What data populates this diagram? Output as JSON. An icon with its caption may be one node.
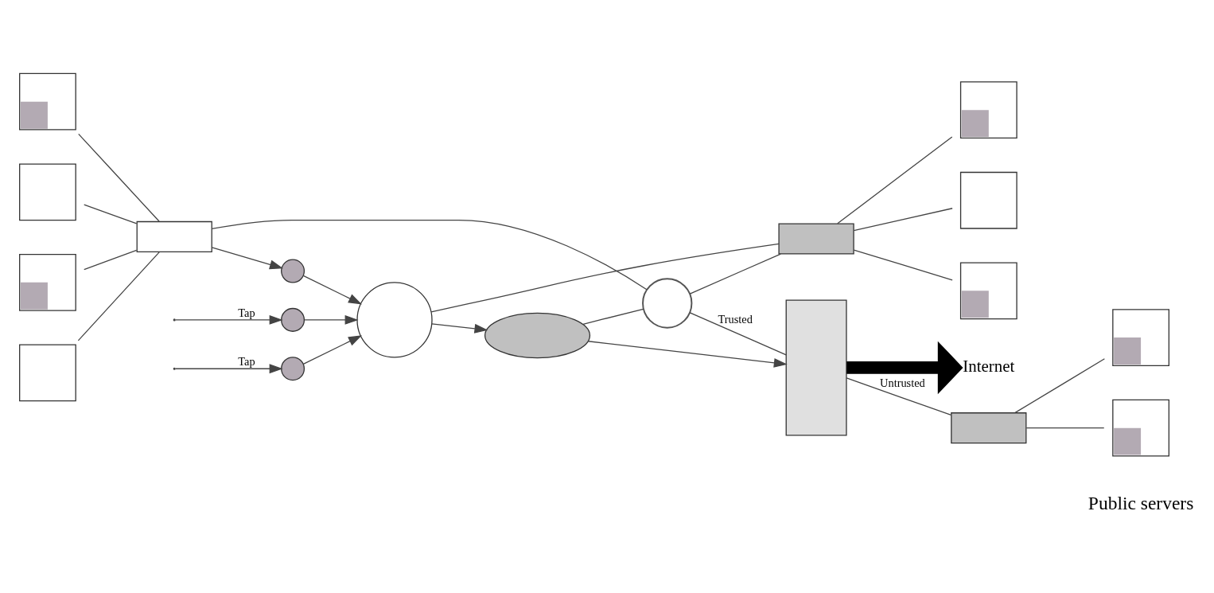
{
  "diagram": {
    "nodes": [
      {
        "text": [],
        "shape": "box"
      },
      {
        "text": [],
        "shape": "box"
      },
      {
        "text": [],
        "shape": "box"
      },
      {
        "text": [],
        "shape": "box"
      },
      {
        "text": [],
        "shape": "box"
      },
      {
        "text": [],
        "shape": "circle"
      },
      {
        "text": [],
        "shape": "ellipse"
      },
      {
        "text": [],
        "shape": "circle"
      },
      {
        "text": [],
        "shape": "box"
      },
      {
        "text": [
          "Internet"
        ]
      },
      {
        "text": [],
        "shape": "circle"
      },
      {
        "text": [],
        "shape": "box"
      },
      {
        "text": [],
        "shape": "box"
      },
      {
        "text": [],
        "shape": "box"
      },
      {
        "text": [],
        "shape": "box"
      },
      {
        "text": [],
        "shape": "circle"
      },
      {
        "text": [],
        "shape": "circle"
      },
      {
        "text": [],
        "shape": "box"
      },
      {
        "text": [],
        "shape": "box"
      },
      {
        "text": [],
        "shape": "box"
      }
    ],
    "edges": [
      {
        "from": 0,
        "to": 4,
        "arrow": "none"
      },
      {
        "from": 1,
        "to": 4,
        "arrow": "none"
      },
      {
        "from": 2,
        "to": 4,
        "arrow": "none"
      },
      {
        "from": 3,
        "to": 4,
        "arrow": "none"
      },
      {
        "from": 4,
        "to": 5,
        "arrow": "to"
      },
      {
        "from": 4,
        "to": 7,
        "arrow": "none"
      },
      {
        "from": 5,
        "to": 10,
        "arrow": "to"
      },
      {
        "from": 10,
        "to": 6,
        "arrow": "to"
      },
      {
        "from": 6,
        "to": 8,
        "arrow": "to"
      },
      {
        "from": 6,
        "to": 7,
        "arrow": "none"
      },
      {
        "from": 7,
        "to": 8,
        "arrow": "none",
        "label": "Trusted"
      },
      {
        "from": 8,
        "to": 9,
        "arrow": "to",
        "style": "thick"
      },
      {
        "from": 7,
        "to": 11,
        "arrow": "none"
      },
      {
        "from": 10,
        "to": 11,
        "arrow": "none"
      },
      {
        "from": 11,
        "to": 12,
        "arrow": "none"
      },
      {
        "from": 11,
        "to": 13,
        "arrow": "none"
      },
      {
        "from": 11,
        "to": 14,
        "arrow": "none"
      },
      {
        "from": null,
        "to": 15,
        "arrow": "to",
        "label": "Tap"
      },
      {
        "from": 15,
        "to": 10,
        "arrow": "to"
      },
      {
        "from": 8,
        "to": 17,
        "arrow": "none",
        "label": "Untrusted"
      },
      {
        "from": null,
        "to": 16,
        "arrow": "to",
        "label": "Tap"
      },
      {
        "from": 16,
        "to": 10,
        "arrow": "to"
      },
      {
        "from": 17,
        "to": 18,
        "arrow": "none"
      },
      {
        "from": 17,
        "to": 19,
        "arrow": "none"
      }
    ],
    "labels": [
      "Public servers"
    ]
  }
}
